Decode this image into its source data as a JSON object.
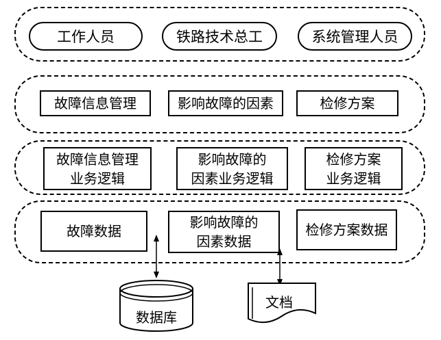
{
  "users": [
    "工作人员",
    "铁路技术总工",
    "系统管理人员"
  ],
  "ui_layer": [
    "故障信息管理",
    "影响故障的因素",
    "检修方案"
  ],
  "logic_layer": [
    [
      "故障信息管理",
      "业务逻辑"
    ],
    [
      "影响故障的",
      "因素业务逻辑"
    ],
    [
      "检修方案",
      "业务逻辑"
    ]
  ],
  "data_layer": [
    [
      "故障数据"
    ],
    [
      "影响故障的",
      "因素数据"
    ],
    [
      "检修方案数据"
    ]
  ],
  "storage": {
    "database": "数据库",
    "document": "文档"
  }
}
